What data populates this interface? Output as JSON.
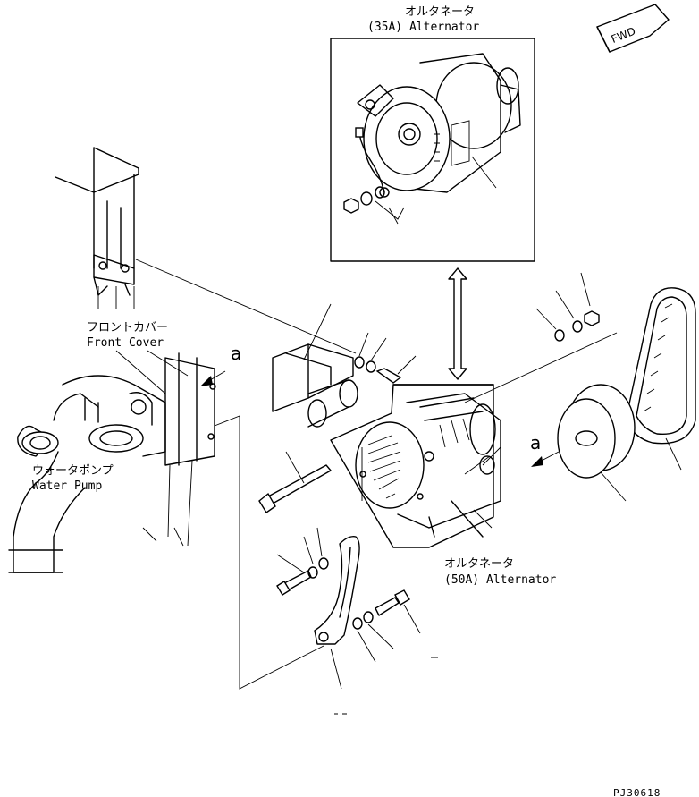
{
  "labels": {
    "alt35_jp": "オルタネータ",
    "alt35_en": "(35A) Alternator",
    "alt50_jp": "オルタネータ",
    "alt50_en": "(50A) Alternator",
    "front_cover_jp": "フロントカバー",
    "front_cover_en": "Front Cover",
    "water_pump_jp": "ウォータポンプ",
    "water_pump_en": "Water Pump",
    "view_a_left": "a",
    "view_a_right": "a",
    "fwd": "FWD",
    "drawing_no": "PJ30618"
  }
}
